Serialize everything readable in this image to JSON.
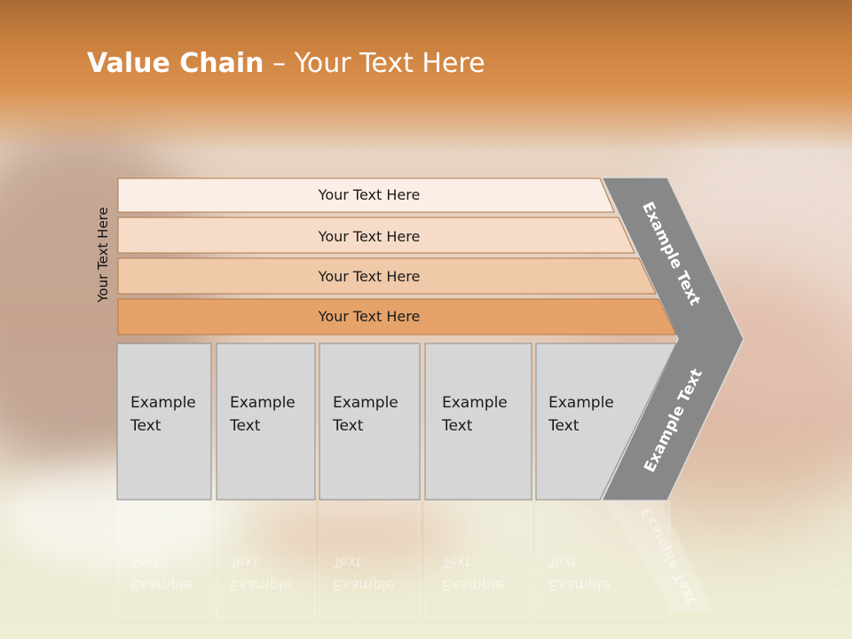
{
  "slide": {
    "title_bold": "Value Chain",
    "title_rest": " – Your Text Here",
    "side_label": "Your Text Here",
    "bars": [
      {
        "label": "Your Text Here",
        "color": "#fbeee6"
      },
      {
        "label": "Your Text Here",
        "color": "#f6dcc8"
      },
      {
        "label": "Your Text Here",
        "color": "#efc9a8"
      },
      {
        "label": "Your Text Here",
        "color": "#e5a36a"
      }
    ],
    "boxes": [
      {
        "line1": "Example",
        "line2": "Text"
      },
      {
        "line1": "Example",
        "line2": "Text"
      },
      {
        "line1": "Example",
        "line2": "Text"
      },
      {
        "line1": "Example",
        "line2": "Text"
      },
      {
        "line1": "Example",
        "line2": "Text"
      }
    ],
    "arrow_top_text": "Example Text",
    "arrow_bottom_text": "Example Text",
    "colors": {
      "arrow": "#888888",
      "box_fill": "#d6d6d6",
      "box_border": "#8c8c8c",
      "bar_border": "#b07a4c"
    }
  }
}
